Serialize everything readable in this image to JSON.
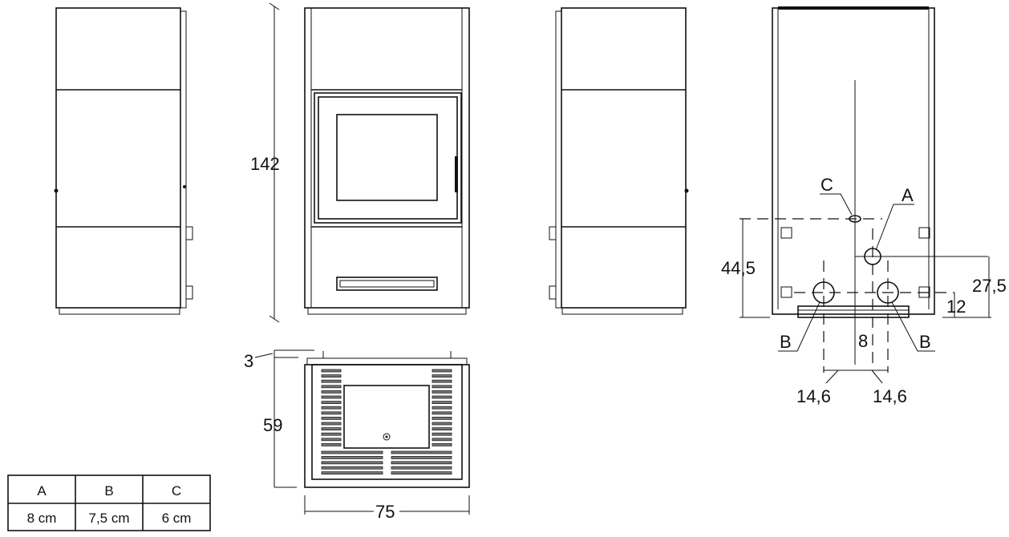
{
  "dimensions": {
    "height": "142",
    "top_offset": "3",
    "depth": "59",
    "width": "75",
    "back_connection_height": "44,5",
    "connection_a_height": "27,5",
    "connection_b_height": "12",
    "offset_a": "8",
    "b_left_spacing": "14,6",
    "b_right_spacing": "14,6"
  },
  "labels": {
    "c": "C",
    "a": "A",
    "b_left": "B",
    "b_right": "B"
  },
  "table": {
    "headers": [
      "A",
      "B",
      "C"
    ],
    "values": [
      "8 cm",
      "7,5 cm",
      "6 cm"
    ]
  }
}
